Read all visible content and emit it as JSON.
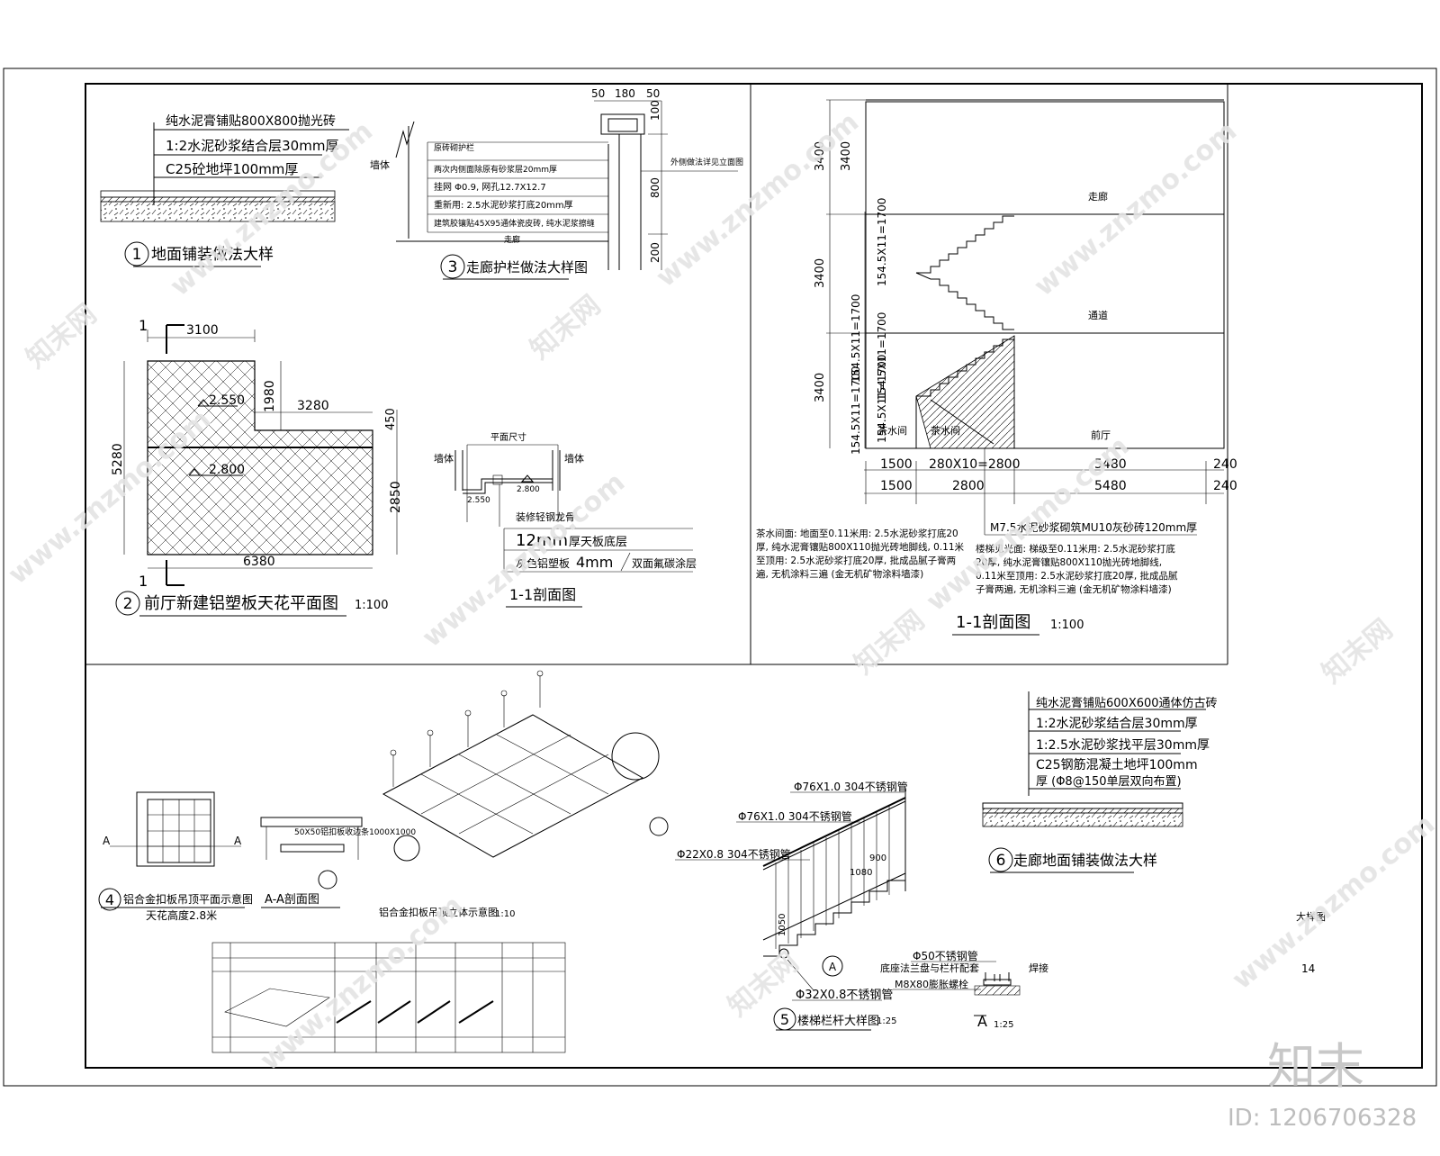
{
  "watermarks": {
    "site_text": "www.znzmo.com",
    "brand_text": "知末网",
    "logo": "知末",
    "id_label": "ID: 1206706328"
  },
  "d1": {
    "layer1": "纯水泥膏铺贴800X800抛光砖",
    "layer2": "1:2水泥砂浆结合层30mm厚",
    "layer3": "C25砼地坪100mm厚",
    "num": "1",
    "title": "地面铺装做法大样"
  },
  "d2": {
    "num": "2",
    "title": "前厅新建铝塑板天花平面图",
    "scale": "1:100",
    "sec_mark": "1",
    "dim_top": "3100",
    "dim_step_v": "1980",
    "dim_step_h": "3280",
    "dim_right_top": "450",
    "dim_right": "2850",
    "dim_left": "5280",
    "dim_bottom": "6380",
    "lvl_upper": "2.550",
    "lvl_lower": "2.800"
  },
  "d3": {
    "wall": "墙体",
    "n1": "原砖砌护栏",
    "n2": "两次内侧面除原有砂浆层20mm厚",
    "n3": "挂网 Φ0.9, 网孔12.7X12.7",
    "n4": "重新用: 2.5水泥砂浆打底20mm厚",
    "n5": "建筑胶镶贴45X95通体瓷皮砖, 纯水泥浆擦缝",
    "n6": "走廊",
    "ext": "外侧做法详见立面图",
    "d50a": "50",
    "d180": "180",
    "d50b": "50",
    "d100": "100",
    "d800": "800",
    "d200": "200",
    "num": "3",
    "title": "走廊护栏做法大样图"
  },
  "s11small": {
    "top": "平面尺寸",
    "wall_l": "墙体",
    "wall_r": "墙体",
    "lvl1": "2.550",
    "lvl2": "2.800",
    "keel": "装修轻钢龙骨",
    "board1": "12mm",
    "board1b": "厚天板底层",
    "board2a": "灰色铝塑板",
    "board2b": "4mm",
    "board2c": "双面氟碳涂层",
    "title": "1-1剖面图"
  },
  "sec": {
    "h1": "3400",
    "h2": "3400",
    "h3": "3400",
    "h4": "3400",
    "st1": "154.5X11=1700",
    "st2": "154.5X11=1700",
    "st3": "154.5X11=1700",
    "st4": "154.5X11=1700",
    "st5": "154.5X11=1700",
    "room_corridor1": "走廊",
    "room_corridor2": "通道",
    "room_tea": "茶水间",
    "room_stair": "茶水间",
    "room_lobby": "前厅",
    "w1": "1500",
    "w2": "280X10=2800",
    "w3": "5480",
    "w4": "240",
    "w5": "1500",
    "w6": "2800",
    "w7": "5480",
    "w8": "240",
    "wall_note": "M7.5水泥砂浆砌筑MU10灰砂砖120mm厚",
    "tea_note": "茶水间面: 地面至0.11米用: 2.5水泥砂浆打底20厚, 纯水泥膏镶贴800X110抛光砖地脚线, 0.11米至顶用: 2.5水泥砂浆打底20厚, 批成品腻子膏两遍, 无机涂料三遍 (金无机矿物涂料墙漆)",
    "stair_note": "楼梯见光面: 梯级至0.11米用: 2.5水泥砂浆打底20厚, 纯水泥膏镶贴800X110抛光砖地脚线, 0.11米至顶用: 2.5水泥砂浆打底20厚, 批成品腻子膏两遍, 无机涂料三遍 (金无机矿物涂料墙漆)",
    "title": "1-1剖面图",
    "scale": "1:100"
  },
  "d4": {
    "num": "4",
    "title": "铝合金扣板吊顶平面示意图",
    "sub": "天花高度2.8米",
    "a_left": "A",
    "a_right": "A",
    "aa_title": "A-A剖面图",
    "aa_note": "50X50铝扣板收边条1000X1000",
    "iso_title": "铝合金扣板吊顶立体示意图",
    "iso_scale": "1:10"
  },
  "d5": {
    "p1": "Φ76X1.0 304不锈钢管",
    "p2": "Φ76X1.0 304不锈钢管",
    "p3": "Φ22X0.8 304不锈钢管",
    "p4": "Φ32X0.8不锈钢管",
    "h1": "1050",
    "h2": "1080",
    "h3": "900",
    "num": "5",
    "title": "楼梯栏杆大样图",
    "scale": "1:25"
  },
  "dA": {
    "p1": "Φ50不锈钢管",
    "p2": "底座法兰盘与栏杆配套",
    "p3": "M8X80膨胀螺栓",
    "weld": "焊接",
    "title": "A",
    "scale": "1:25",
    "circle": "A"
  },
  "d6": {
    "layer1": "纯水泥膏铺贴600X600通体仿古砖",
    "layer2": "1:2水泥砂浆结合层30mm厚",
    "layer3": "1:2.5水泥砂浆找平层30mm厚",
    "layer4a": "C25钢筋混凝土地坪100mm",
    "layer4b": "厚 (Φ8@150单层双向布置)",
    "num": "6",
    "title": "走廊地面铺装做法大样"
  },
  "sheet": {
    "name": "大样图",
    "number": "14"
  }
}
